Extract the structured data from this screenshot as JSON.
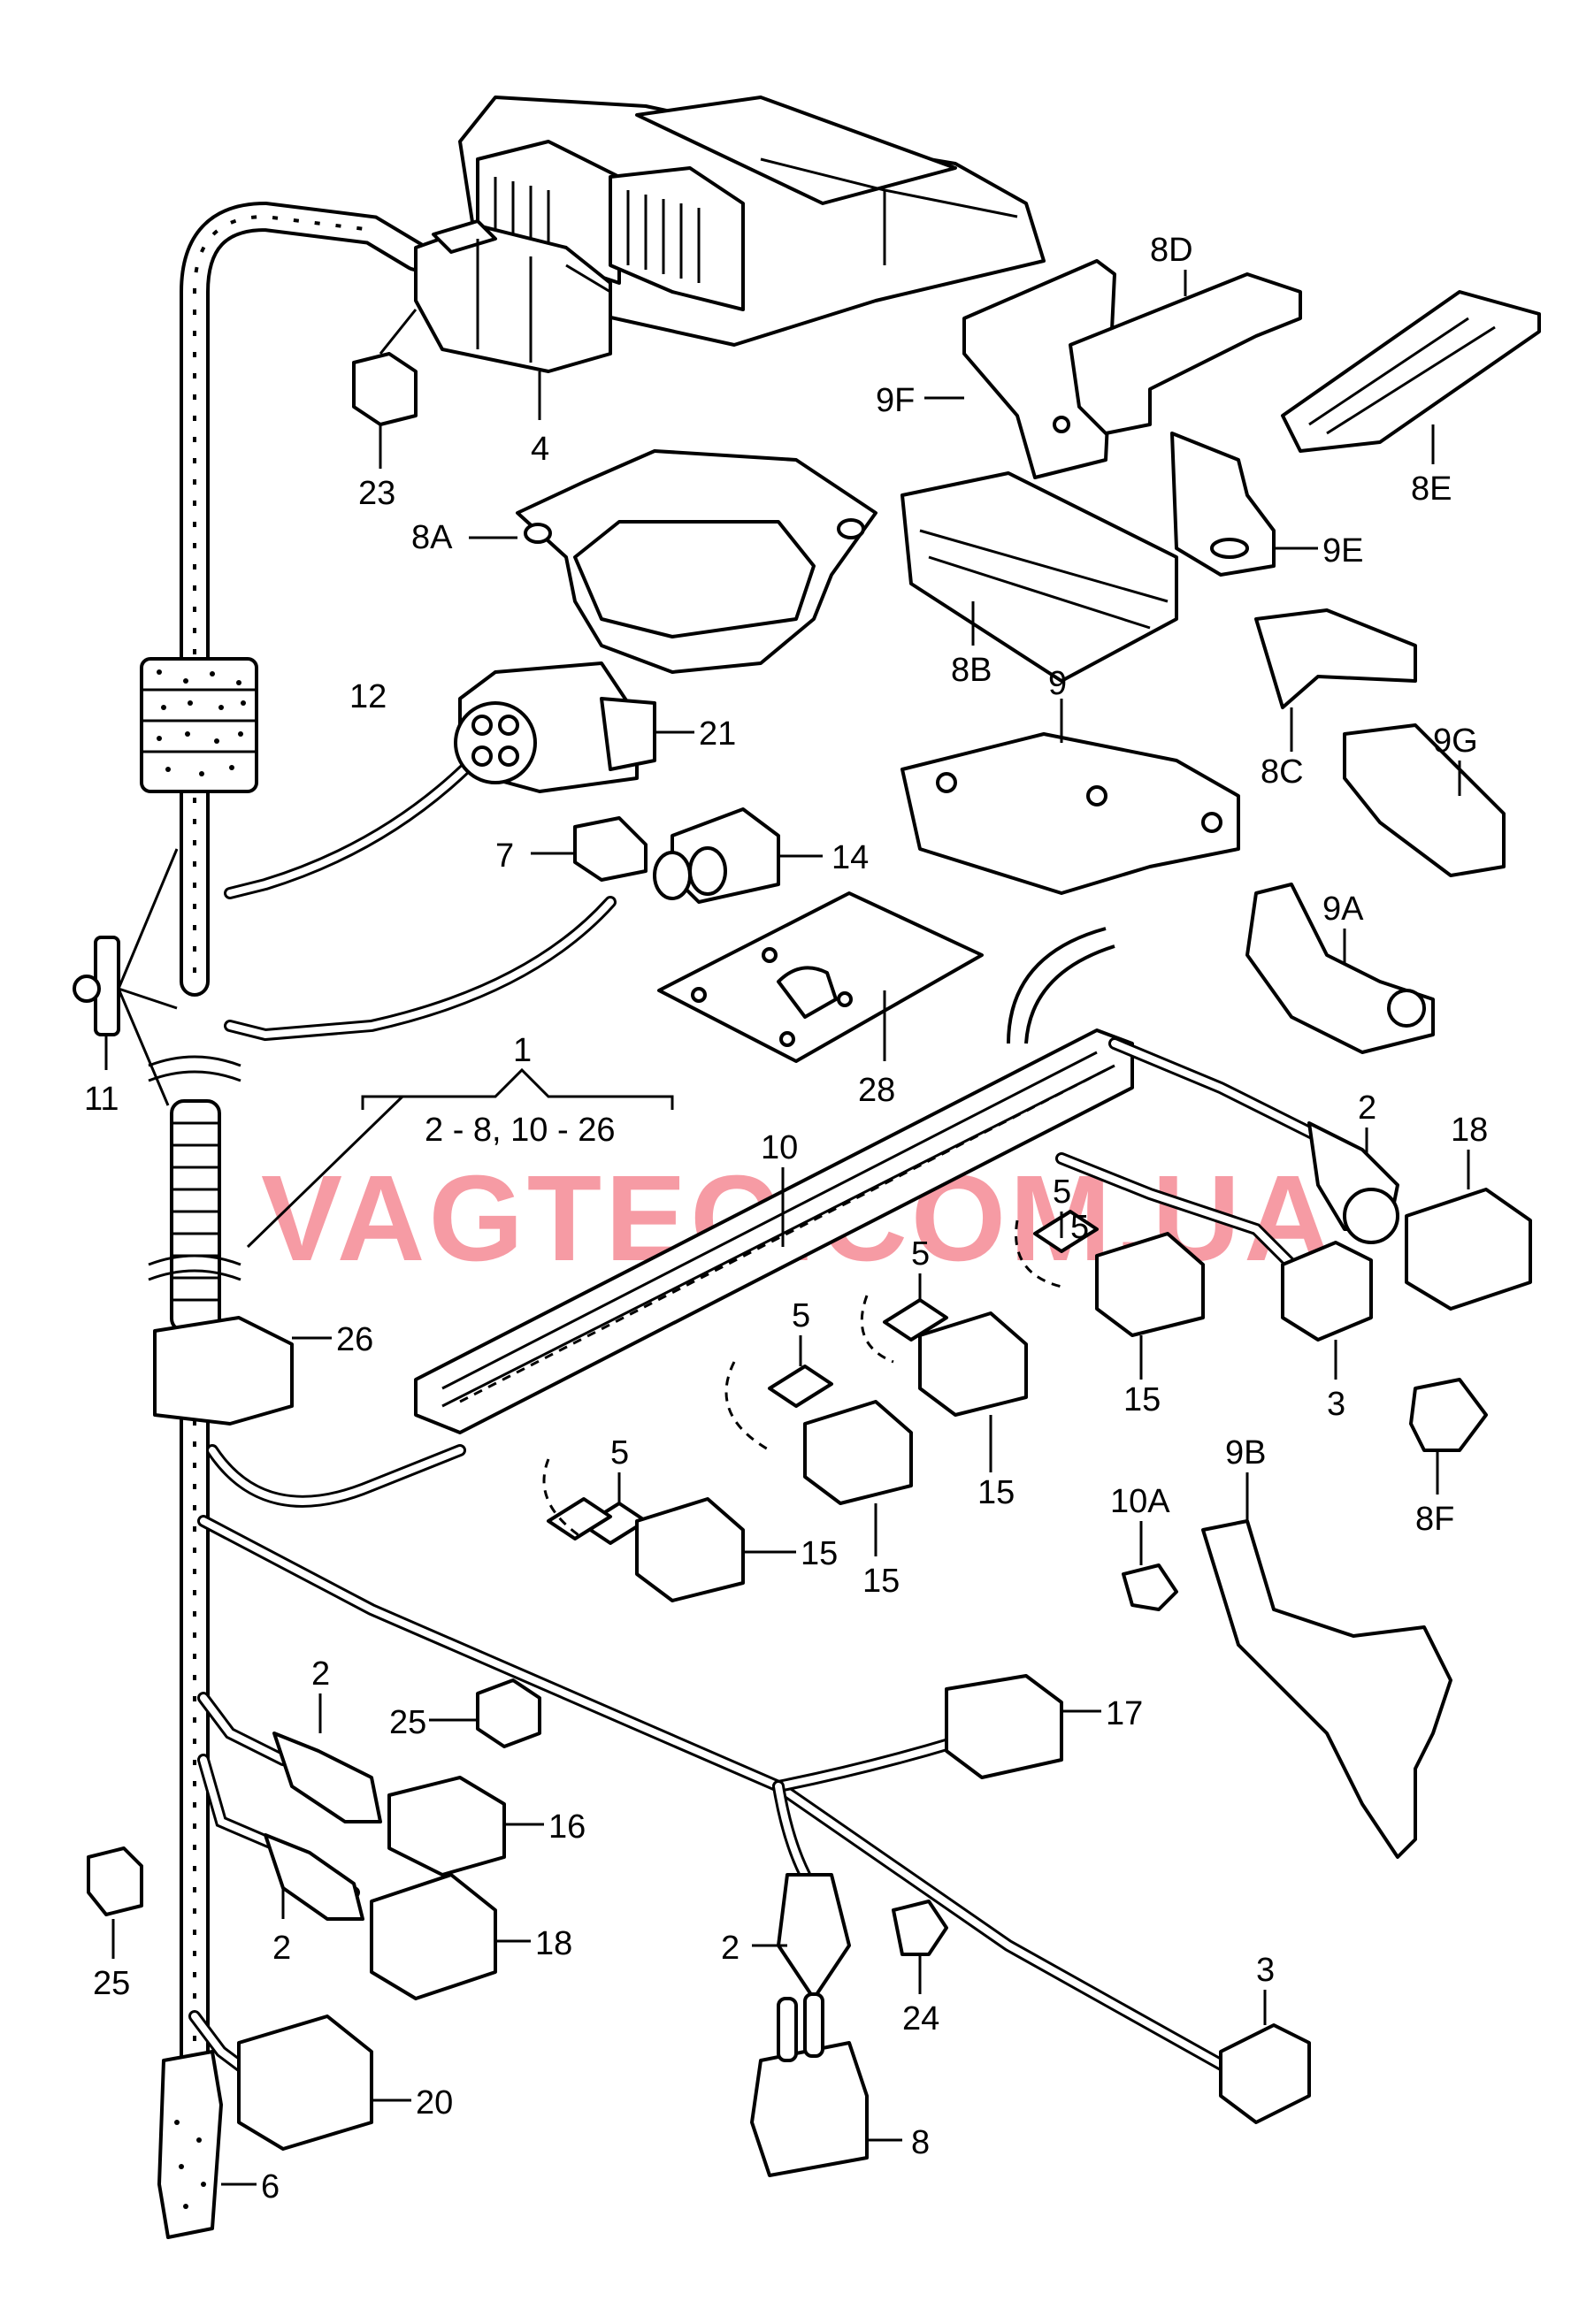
{
  "diagram": {
    "watermark": "VAGTEC.COM.UA",
    "group_label": "1",
    "group_range": "2 - 8, 10 - 26",
    "labels": {
      "l4": "4",
      "l23": "23",
      "l8A": "8A",
      "l12": "12",
      "l21": "21",
      "l7": "7",
      "l14": "14",
      "l11": "11",
      "l28": "28",
      "l10": "10",
      "l5a": "5",
      "l5b": "5",
      "l5c": "5",
      "l5d": "5",
      "l5e": "5",
      "l26": "26",
      "l15a": "15",
      "l15b": "15",
      "l15c": "15",
      "l15d": "15",
      "l2a": "2",
      "l18a": "18",
      "l3a": "3",
      "l25a": "25",
      "l17": "17",
      "l2b": "2",
      "l16": "16",
      "l2c": "2",
      "l18b": "18",
      "l25b": "25",
      "l20": "20",
      "l6": "6",
      "l2d": "2",
      "l24": "24",
      "l8": "8",
      "l3b": "3",
      "l9F": "9F",
      "l8D": "8D",
      "l8E": "8E",
      "l9E": "9E",
      "l8B": "8B",
      "l9": "9",
      "l8C": "8C",
      "l9G": "9G",
      "l9A": "9A",
      "l10A": "10A",
      "l9B": "9B",
      "l8F": "8F"
    }
  }
}
